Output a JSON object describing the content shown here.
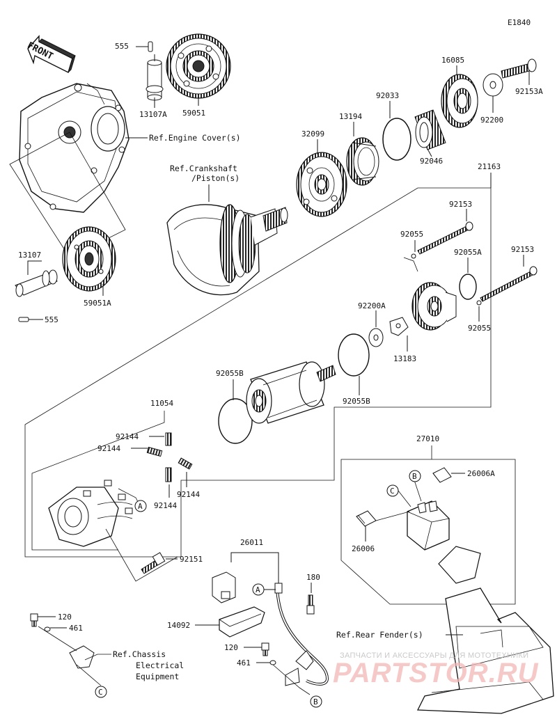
{
  "diagram_code": "E1840",
  "front_label": "FRONT",
  "refs": {
    "engine_cover": "Ref.Engine Cover(s)",
    "crankshaft_1": "Ref.Crankshaft",
    "crankshaft_2": "/Piston(s)",
    "rear_fender": "Ref.Rear Fender(s)",
    "chassis_1": "Ref.Chassis",
    "chassis_2": "Electrical",
    "chassis_3": "Equipment"
  },
  "parts": {
    "p555_top": "555",
    "p13107A": "13107A",
    "p59051": "59051",
    "p13107": "13107",
    "p555_bottom": "555",
    "p59051A": "59051A",
    "p32099": "32099",
    "p13194": "13194",
    "p92033": "92033",
    "p92046": "92046",
    "p16085": "16085",
    "p92200": "92200",
    "p92153A": "92153A",
    "p21163": "21163",
    "p92153_a": "92153",
    "p92055_a": "92055",
    "p92055A": "92055A",
    "p92153_b": "92153",
    "p92055_b": "92055",
    "p92200A": "92200A",
    "p13183": "13183",
    "p92055B_a": "92055B",
    "p92055B_b": "92055B",
    "p11054": "11054",
    "p92144_a": "92144",
    "p92144_b": "92144",
    "p92144_c": "92144",
    "p92144_d": "92144",
    "p92151": "92151",
    "p27010": "27010",
    "p26006A": "26006A",
    "p26006": "26006",
    "p26011": "26011",
    "p180": "180",
    "p14092": "14092",
    "p120_a": "120",
    "p461_a": "461",
    "p120_b": "120",
    "p461_b": "461"
  },
  "callouts": {
    "a": "A",
    "b": "B",
    "c": "C"
  },
  "watermark": {
    "line1": "ЗАПЧАСТИ И АКСЕССУАРЫ ДЛЯ МОТОТЕХНИКИ",
    "line2": "PARTSTOR.RU"
  }
}
